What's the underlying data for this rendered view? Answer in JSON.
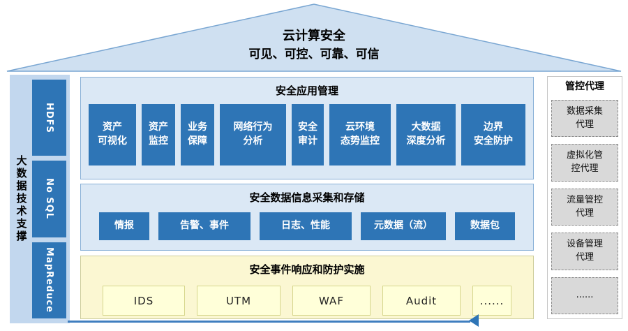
{
  "roof": {
    "title": "云计算安全",
    "subtitle": "可见、可控、可靠、可信"
  },
  "colors": {
    "box_blue": "#2e75b6",
    "panel_blue": "#dbe8f5",
    "panel_yellow": "#fbf7d2",
    "box_yellow": "#ffffd9",
    "box_gray": "#d9d9d9",
    "sidebar_blue": "#c2d7ee"
  },
  "left_sidebar": {
    "label": "大数据技术支撑",
    "items": [
      {
        "label": "HDFS"
      },
      {
        "label": "No SQL"
      },
      {
        "label": "MapReduce"
      }
    ]
  },
  "sections": {
    "app": {
      "title": "安全应用管理",
      "items": [
        {
          "label": "资产\n可视化"
        },
        {
          "label": "资产\n监控"
        },
        {
          "label": "业务\n保障"
        },
        {
          "label": "网络行为\n分析"
        },
        {
          "label": "安全\n审计"
        },
        {
          "label": "云环境\n态势监控"
        },
        {
          "label": "大数据\n深度分析"
        },
        {
          "label": "边界\n安全防护"
        }
      ]
    },
    "data": {
      "title": "安全数据信息采集和存储",
      "items": [
        {
          "label": "情报"
        },
        {
          "label": "告警、事件"
        },
        {
          "label": "日志、性能"
        },
        {
          "label": "元数据（流）"
        },
        {
          "label": "数据包"
        }
      ]
    },
    "response": {
      "title": "安全事件响应和防护实施",
      "items": [
        {
          "label": "IDS"
        },
        {
          "label": "UTM"
        },
        {
          "label": "WAF"
        },
        {
          "label": "Audit"
        },
        {
          "label": "......"
        }
      ]
    }
  },
  "right_sidebar": {
    "title": "管控代理",
    "items": [
      {
        "label": "数据采集\n代理"
      },
      {
        "label": "虚拟化管\n控代理"
      },
      {
        "label": "流量管控\n代理"
      },
      {
        "label": "设备管理\n代理"
      },
      {
        "label": "......"
      }
    ]
  }
}
